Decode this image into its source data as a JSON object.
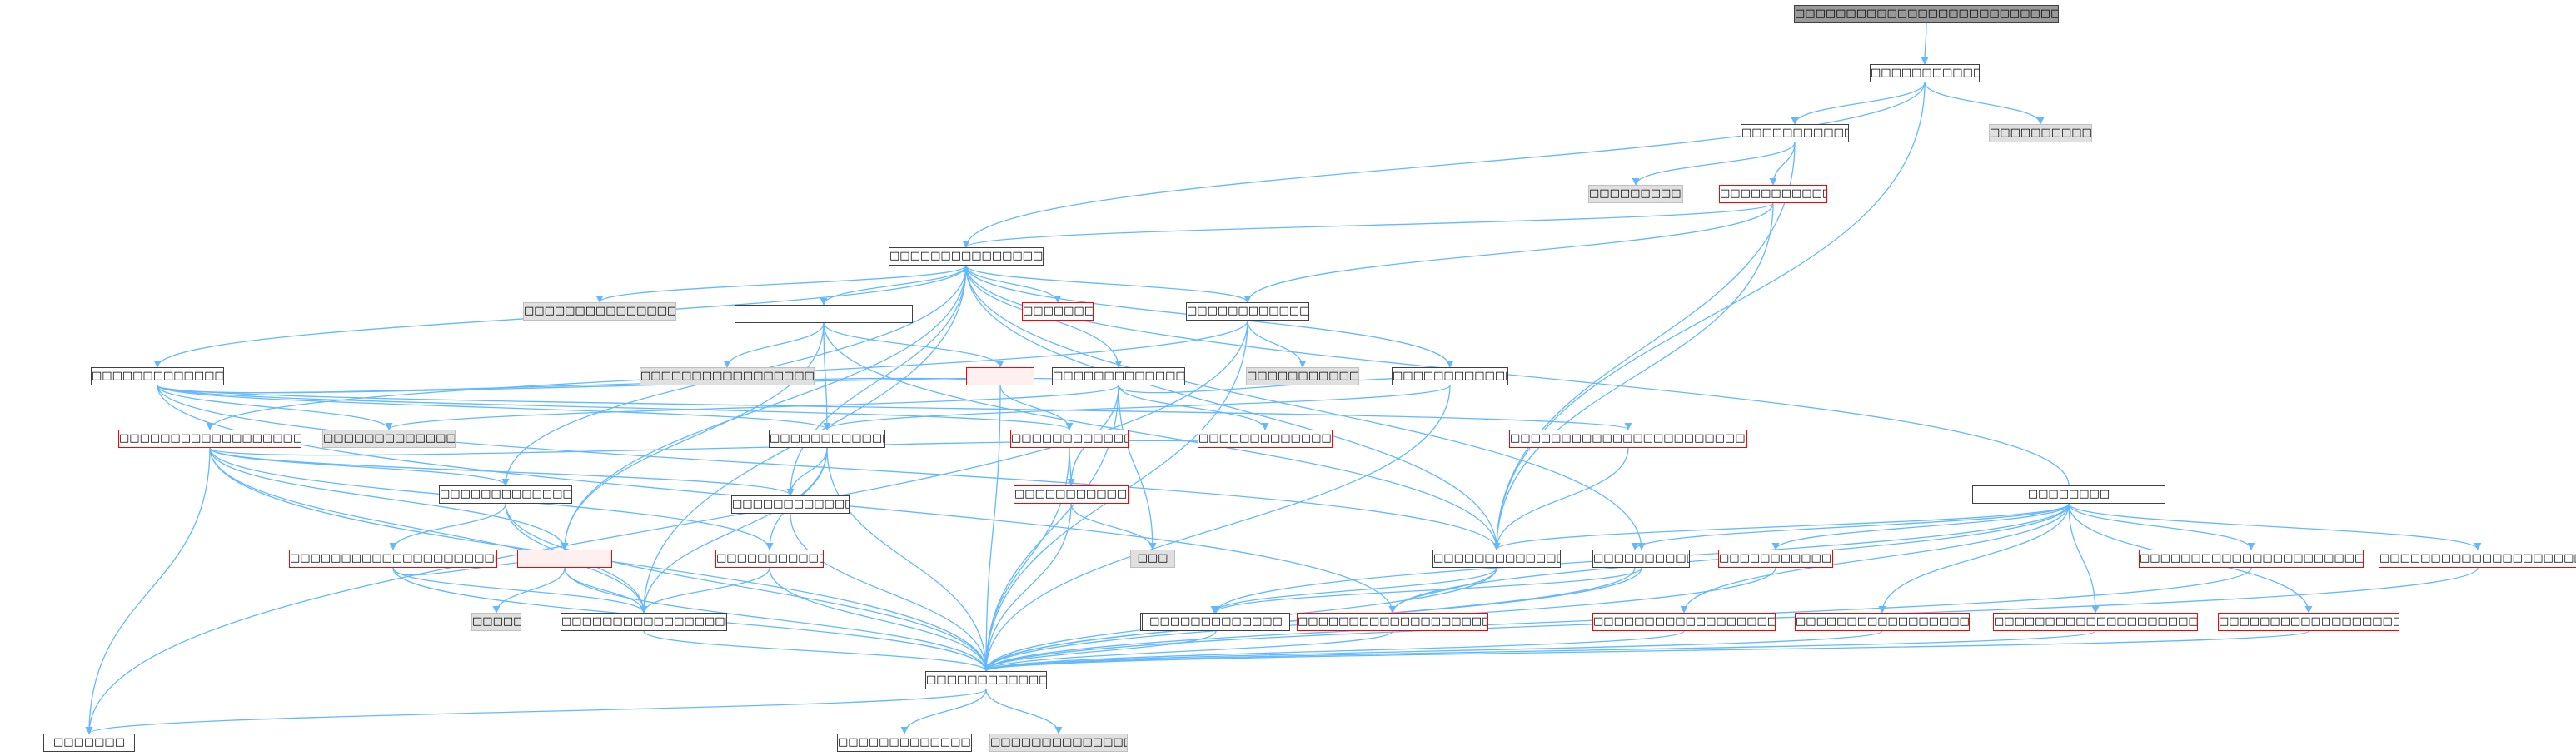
{
  "edge_color": "#63b8ff",
  "nodes": [
    {
      "id": "n0",
      "label": "□□□□□□□□□□□□□□□□□□□□□□□□□□□□□□□□□□",
      "kind": "root"
    },
    {
      "id": "n1",
      "label": "□□□□□□□□□□□□□",
      "kind": "plain"
    },
    {
      "id": "n2",
      "label": "□□□□□□□□□□□□□",
      "kind": "plain"
    },
    {
      "id": "n3",
      "label": "□□□□□□□□□□□□□",
      "kind": "ext"
    },
    {
      "id": "n4",
      "label": "□□□□□□□□□□□□",
      "kind": "ext"
    },
    {
      "id": "n5",
      "label": "□□□□□□□□□□□□",
      "kind": "red"
    },
    {
      "id": "n6",
      "label": "□□□□□□□□□□□□□□□□□□□□",
      "kind": "plain"
    },
    {
      "id": "n7",
      "label": "□□□□□□□□□□□□□□□□□□□□",
      "kind": "ext"
    },
    {
      "id": "n8",
      "label": "",
      "kind": "plain"
    },
    {
      "id": "n9",
      "label": "□□□□□□□□",
      "kind": "red"
    },
    {
      "id": "n10",
      "label": "□□□□□□□□□□□□□□□□",
      "kind": "plain"
    },
    {
      "id": "n11",
      "label": "□□□□□□□□□□□□□□□□□□",
      "kind": "plain"
    },
    {
      "id": "n12",
      "label": "□□□□□□□□□□□□□□□□□□□□□□□□",
      "kind": "ext"
    },
    {
      "id": "n13",
      "label": "",
      "kind": "pink"
    },
    {
      "id": "n14",
      "label": "□□□□□□□□□□□□□□□",
      "kind": "plain"
    },
    {
      "id": "n15",
      "label": "□□□□□□□□□□□□□□□",
      "kind": "ext"
    },
    {
      "id": "n16",
      "label": "□□□□□□□□□□□□□□",
      "kind": "plain"
    },
    {
      "id": "n17",
      "label": "□□□□□□□□□□□□□□□□□□□□□□□□□□□□□□",
      "kind": "red"
    },
    {
      "id": "n18",
      "label": "□□□□□□□□□□□□□□□□□□□□□□□□",
      "kind": "red"
    },
    {
      "id": "n19",
      "label": "□□□□□□□□□□□□□□□□",
      "kind": "ext"
    },
    {
      "id": "n20",
      "label": "□□□□□□□□□□□□□□",
      "kind": "plain"
    },
    {
      "id": "n21",
      "label": "□□□□□□□□□□□□□□□□",
      "kind": "red"
    },
    {
      "id": "n22",
      "label": "□□□□□□□□□□□□□□□□□□",
      "kind": "plain"
    },
    {
      "id": "n23",
      "label": "□□□□□□□□□□□□□□",
      "kind": "red"
    },
    {
      "id": "n24",
      "label": "□□□□□□□□□□□□□□",
      "kind": "red"
    },
    {
      "id": "n25",
      "label": "□□□",
      "kind": "ext"
    },
    {
      "id": "n26",
      "label": "□□□□□□□□□□□□□□□□□□□□",
      "kind": "plain"
    },
    {
      "id": "n27",
      "label": "□□□□□□□□□□□□□□□□□□□□□□□□□□□□",
      "kind": "red"
    },
    {
      "id": "n28",
      "label": "",
      "kind": "pink"
    },
    {
      "id": "n29",
      "label": "□□□□□□□□□□□□",
      "kind": "red"
    },
    {
      "id": "n30",
      "label": "□□□□□□□□□□□□□□□□□□□□□□□",
      "kind": "plain"
    },
    {
      "id": "n31",
      "label": "□□□□□□",
      "kind": "ext"
    },
    {
      "id": "n32",
      "label": "□□□□□□□□□□□□□□□□",
      "kind": "plain"
    },
    {
      "id": "n33",
      "label": "□□□□□□□□",
      "kind": "plain"
    },
    {
      "id": "n34",
      "label": "□□□□□□□□□□□□□□",
      "kind": "plain"
    },
    {
      "id": "n35",
      "label": "□□□□□□□□□□□□□□□□□□",
      "kind": "plain"
    },
    {
      "id": "n36",
      "label": "□□□□□□□□□□□□□",
      "kind": "plain"
    },
    {
      "id": "n37",
      "label": "□□□□□□□□□□□□□□□□□□□□□□□□□□□",
      "kind": "red"
    },
    {
      "id": "n38",
      "label": "□□□□□□□□□□",
      "kind": "plain"
    },
    {
      "id": "n39",
      "label": "□□□□□□□□□□□□□□",
      "kind": "red"
    },
    {
      "id": "n40",
      "label": "□□□□□□□□□□□□□□□□□□□□□□□□□□□□",
      "kind": "red"
    },
    {
      "id": "n41",
      "label": "□□□□□□□□□□□□□□□□□□□□□□□□□□□□",
      "kind": "red"
    },
    {
      "id": "n42",
      "label": "□□□□□□□□□□□□□□□□□□□□□□□□□□□",
      "kind": "red"
    },
    {
      "id": "n43",
      "label": "□□□□□□□□□□□□□□□□□□□□□□□□□□□□□",
      "kind": "red"
    },
    {
      "id": "n44",
      "label": "□□□□□□□□□□□□□□□□□□□□□□□□□",
      "kind": "red"
    },
    {
      "id": "n45",
      "label": "□□□□□□□□□□□□□□□□□□□□□□□□□□□□□□□□",
      "kind": "red"
    },
    {
      "id": "n46",
      "label": "□□□□□□□□□□□□□□□□",
      "kind": "plain"
    },
    {
      "id": "n47",
      "label": "□□□□□□□",
      "kind": "plain"
    },
    {
      "id": "n48",
      "label": "□□□□□□□□□□□□□□□□□□□",
      "kind": "plain"
    },
    {
      "id": "n49",
      "label": "□□□□□□□□□□□□□□□□□□",
      "kind": "ext"
    }
  ],
  "edges": [
    [
      "n0",
      "n1"
    ],
    [
      "n1",
      "n2"
    ],
    [
      "n1",
      "n3"
    ],
    [
      "n1",
      "n6"
    ],
    [
      "n1",
      "n32"
    ],
    [
      "n2",
      "n4"
    ],
    [
      "n2",
      "n5"
    ],
    [
      "n2",
      "n32"
    ],
    [
      "n5",
      "n6"
    ],
    [
      "n5",
      "n32"
    ],
    [
      "n5",
      "n10"
    ],
    [
      "n6",
      "n7"
    ],
    [
      "n6",
      "n8"
    ],
    [
      "n6",
      "n9"
    ],
    [
      "n6",
      "n10"
    ],
    [
      "n6",
      "n11"
    ],
    [
      "n6",
      "n14"
    ],
    [
      "n6",
      "n16"
    ],
    [
      "n6",
      "n22"
    ],
    [
      "n6",
      "n26"
    ],
    [
      "n6",
      "n28"
    ],
    [
      "n6",
      "n30"
    ],
    [
      "n6",
      "n32"
    ],
    [
      "n6",
      "n34"
    ],
    [
      "n8",
      "n12"
    ],
    [
      "n8",
      "n13"
    ],
    [
      "n8",
      "n20"
    ],
    [
      "n8",
      "n28"
    ],
    [
      "n8",
      "n32"
    ],
    [
      "n10",
      "n15"
    ],
    [
      "n10",
      "n17"
    ],
    [
      "n10",
      "n47"
    ],
    [
      "n10",
      "n46"
    ],
    [
      "n11",
      "n13"
    ],
    [
      "n11",
      "n14"
    ],
    [
      "n11",
      "n18"
    ],
    [
      "n11",
      "n19"
    ],
    [
      "n11",
      "n21"
    ],
    [
      "n11",
      "n32"
    ],
    [
      "n11",
      "n20"
    ],
    [
      "n11",
      "n37"
    ],
    [
      "n13",
      "n21"
    ],
    [
      "n13",
      "n46"
    ],
    [
      "n14",
      "n16"
    ],
    [
      "n14",
      "n19"
    ],
    [
      "n14",
      "n23"
    ],
    [
      "n14",
      "n24"
    ],
    [
      "n14",
      "n25"
    ],
    [
      "n14",
      "n46"
    ],
    [
      "n16",
      "n20"
    ],
    [
      "n16",
      "n46"
    ],
    [
      "n17",
      "n22"
    ],
    [
      "n17",
      "n23"
    ],
    [
      "n17",
      "n26"
    ],
    [
      "n17",
      "n28"
    ],
    [
      "n17",
      "n29"
    ],
    [
      "n17",
      "n30"
    ],
    [
      "n17",
      "n46"
    ],
    [
      "n17",
      "n47"
    ],
    [
      "n18",
      "n32"
    ],
    [
      "n20",
      "n26"
    ],
    [
      "n20",
      "n29"
    ],
    [
      "n20",
      "n46"
    ],
    [
      "n20",
      "n30"
    ],
    [
      "n21",
      "n24"
    ],
    [
      "n21",
      "n46"
    ],
    [
      "n22",
      "n27"
    ],
    [
      "n22",
      "n30"
    ],
    [
      "n22",
      "n46"
    ],
    [
      "n24",
      "n25"
    ],
    [
      "n24",
      "n46"
    ],
    [
      "n26",
      "n46"
    ],
    [
      "n27",
      "n28"
    ],
    [
      "n27",
      "n30"
    ],
    [
      "n27",
      "n46"
    ],
    [
      "n28",
      "n30"
    ],
    [
      "n28",
      "n31"
    ],
    [
      "n28",
      "n46"
    ],
    [
      "n29",
      "n30"
    ],
    [
      "n29",
      "n46"
    ],
    [
      "n30",
      "n46"
    ],
    [
      "n32",
      "n35"
    ],
    [
      "n32",
      "n37"
    ],
    [
      "n32",
      "n46"
    ],
    [
      "n33",
      "n6"
    ],
    [
      "n33",
      "n32"
    ],
    [
      "n33",
      "n36"
    ],
    [
      "n33",
      "n37"
    ],
    [
      "n33",
      "n38"
    ],
    [
      "n33",
      "n39"
    ],
    [
      "n33",
      "n40"
    ],
    [
      "n33",
      "n41"
    ],
    [
      "n33",
      "n42"
    ],
    [
      "n33",
      "n43"
    ],
    [
      "n33",
      "n44"
    ],
    [
      "n33",
      "n45"
    ],
    [
      "n34",
      "n36"
    ],
    [
      "n34",
      "n46"
    ],
    [
      "n36",
      "n46"
    ],
    [
      "n37",
      "n46"
    ],
    [
      "n38",
      "n46"
    ],
    [
      "n39",
      "n46"
    ],
    [
      "n40",
      "n46"
    ],
    [
      "n41",
      "n46"
    ],
    [
      "n42",
      "n46"
    ],
    [
      "n43",
      "n46"
    ],
    [
      "n44",
      "n46"
    ],
    [
      "n45",
      "n46"
    ],
    [
      "n46",
      "n47"
    ],
    [
      "n46",
      "n48"
    ],
    [
      "n46",
      "n49"
    ]
  ]
}
